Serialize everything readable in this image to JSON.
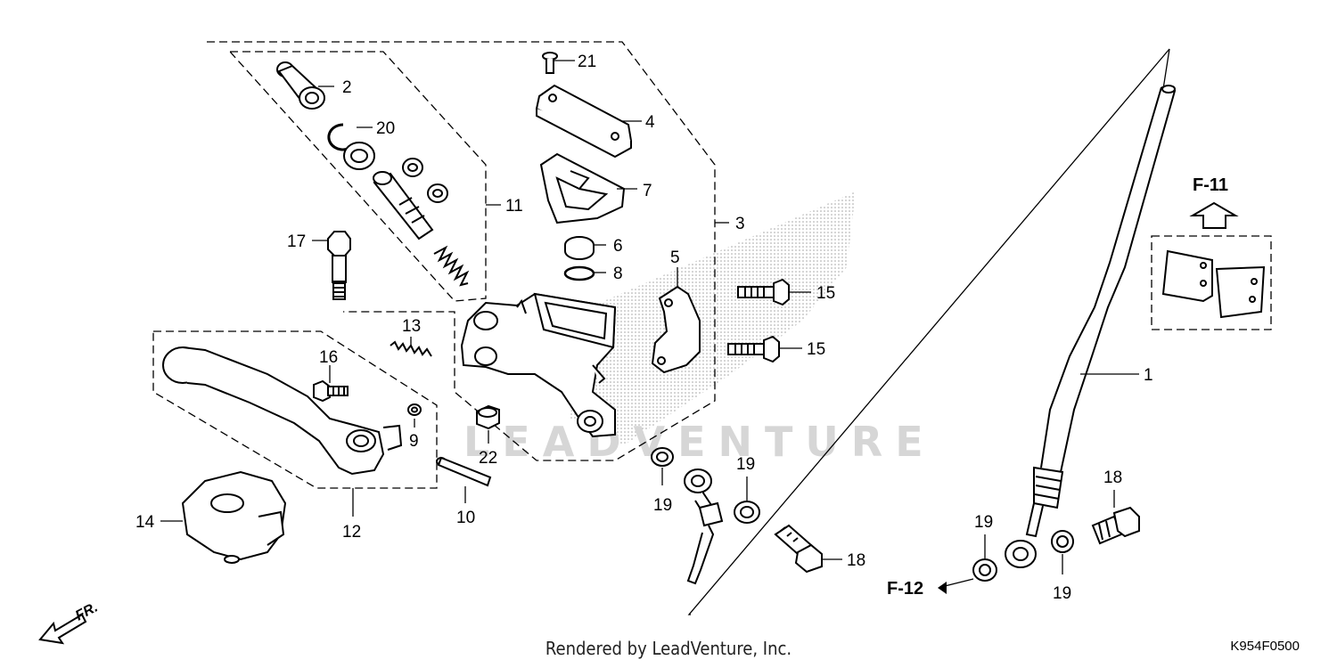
{
  "diagram": {
    "code": "K954F0500",
    "credit": "Rendered by LeadVenture, Inc.",
    "watermark": "LEADVENTURE",
    "direction_label": "FR.",
    "ref_f11": "F-11",
    "ref_f12": "F-12"
  },
  "callouts": [
    "1",
    "2",
    "3",
    "4",
    "5",
    "6",
    "7",
    "8",
    "9",
    "10",
    "11",
    "12",
    "13",
    "14",
    "15",
    "15",
    "16",
    "17",
    "18",
    "18",
    "19",
    "19",
    "19",
    "19",
    "20",
    "21",
    "22"
  ]
}
